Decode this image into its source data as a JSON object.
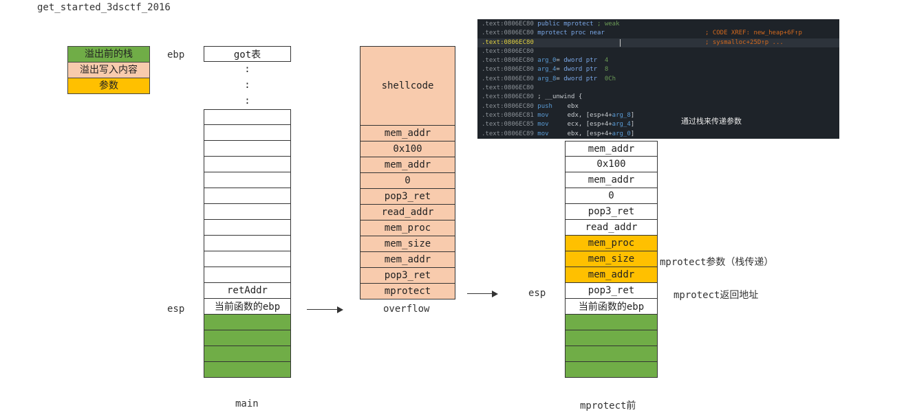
{
  "title": "get_started_3dsctf_2016",
  "legend": [
    {
      "label": "溢出前的栈",
      "color": "#70ad47"
    },
    {
      "label": "溢出写入内容",
      "color": "#f8cbad"
    },
    {
      "label": "参数",
      "color": "#ffc000"
    }
  ],
  "labels": {
    "ebp": "ebp",
    "esp_left": "esp",
    "esp_right": "esp",
    "mprotect_params": "mprotect参数（栈传递）",
    "mprotect_ret": "mprotect返回地址"
  },
  "main_stack": {
    "caption": "main",
    "top": "got表",
    "dots": [
      ":",
      ":",
      ":"
    ],
    "empty_rows": 11,
    "ret": "retAddr",
    "ebp": "当前函数的ebp",
    "green_rows": 4
  },
  "overflow_stack": {
    "caption": "overflow",
    "shellcode": "shellcode",
    "rows": [
      "mem_addr",
      "0x100",
      "mem_addr",
      "0",
      "pop3_ret",
      "read_addr",
      "mem_proc",
      "mem_size",
      "mem_addr",
      "pop3_ret",
      "mprotect"
    ]
  },
  "mprotect_stack": {
    "caption": "mprotect前",
    "rows": [
      {
        "text": "mem_addr",
        "fill": "white"
      },
      {
        "text": "0x100",
        "fill": "white"
      },
      {
        "text": "mem_addr",
        "fill": "white"
      },
      {
        "text": "0",
        "fill": "white"
      },
      {
        "text": "pop3_ret",
        "fill": "white"
      },
      {
        "text": "read_addr",
        "fill": "white"
      },
      {
        "text": "mem_proc",
        "fill": "orange"
      },
      {
        "text": "mem_size",
        "fill": "orange"
      },
      {
        "text": "mem_addr",
        "fill": "orange"
      },
      {
        "text": "pop3_ret",
        "fill": "white"
      },
      {
        "text": "当前函数的ebp",
        "fill": "white"
      }
    ],
    "green_rows": 4
  },
  "code_panel": {
    "note": "通过栈来传递参数",
    "lines": [
      {
        "addr": ".text:0806EC80",
        "body": [
          [
            "public mprotect",
            "kw"
          ],
          [
            " ; weak",
            "gr"
          ]
        ]
      },
      {
        "addr": ".text:0806EC80",
        "body": [
          [
            "mprotect proc near",
            "kw"
          ]
        ],
        "comment": "; CODE XREF: new_heap+6F↑p"
      },
      {
        "addr": ".text:0806EC80",
        "body": [],
        "comment": "; sysmalloc+25D↑p ...",
        "highlight": true
      },
      {
        "addr": ".text:0806EC80",
        "body": []
      },
      {
        "addr": ".text:0806EC80",
        "body": [
          [
            "arg_0",
            "blue"
          ],
          [
            "= ",
            "wh"
          ],
          [
            "dword ptr",
            "kw"
          ],
          [
            "  4",
            "gr"
          ]
        ]
      },
      {
        "addr": ".text:0806EC80",
        "body": [
          [
            "arg_4",
            "blue"
          ],
          [
            "= ",
            "wh"
          ],
          [
            "dword ptr",
            "kw"
          ],
          [
            "  8",
            "gr"
          ]
        ]
      },
      {
        "addr": ".text:0806EC80",
        "body": [
          [
            "arg_8",
            "blue"
          ],
          [
            "= ",
            "wh"
          ],
          [
            "dword ptr",
            "kw"
          ],
          [
            "  0Ch",
            "gr"
          ]
        ]
      },
      {
        "addr": ".text:0806EC80",
        "body": []
      },
      {
        "addr": ".text:0806EC80",
        "body": [
          [
            "; __unwind {",
            "wh"
          ]
        ]
      },
      {
        "addr": ".text:0806EC80",
        "body": [
          [
            "push",
            "blue"
          ],
          [
            "    ebx",
            "wh"
          ]
        ]
      },
      {
        "addr": ".text:0806EC81",
        "body": [
          [
            "mov",
            "blue"
          ],
          [
            "     edx, [esp+4+",
            "wh"
          ],
          [
            "arg_8",
            "blue"
          ],
          [
            "]",
            "wh"
          ]
        ]
      },
      {
        "addr": ".text:0806EC85",
        "body": [
          [
            "mov",
            "blue"
          ],
          [
            "     ecx, [esp+4+",
            "wh"
          ],
          [
            "arg_4",
            "blue"
          ],
          [
            "]",
            "wh"
          ]
        ]
      },
      {
        "addr": ".text:0806EC89",
        "body": [
          [
            "mov",
            "blue"
          ],
          [
            "     ebx, [esp+4+",
            "wh"
          ],
          [
            "arg_0",
            "blue"
          ],
          [
            "]",
            "wh"
          ]
        ]
      }
    ]
  }
}
